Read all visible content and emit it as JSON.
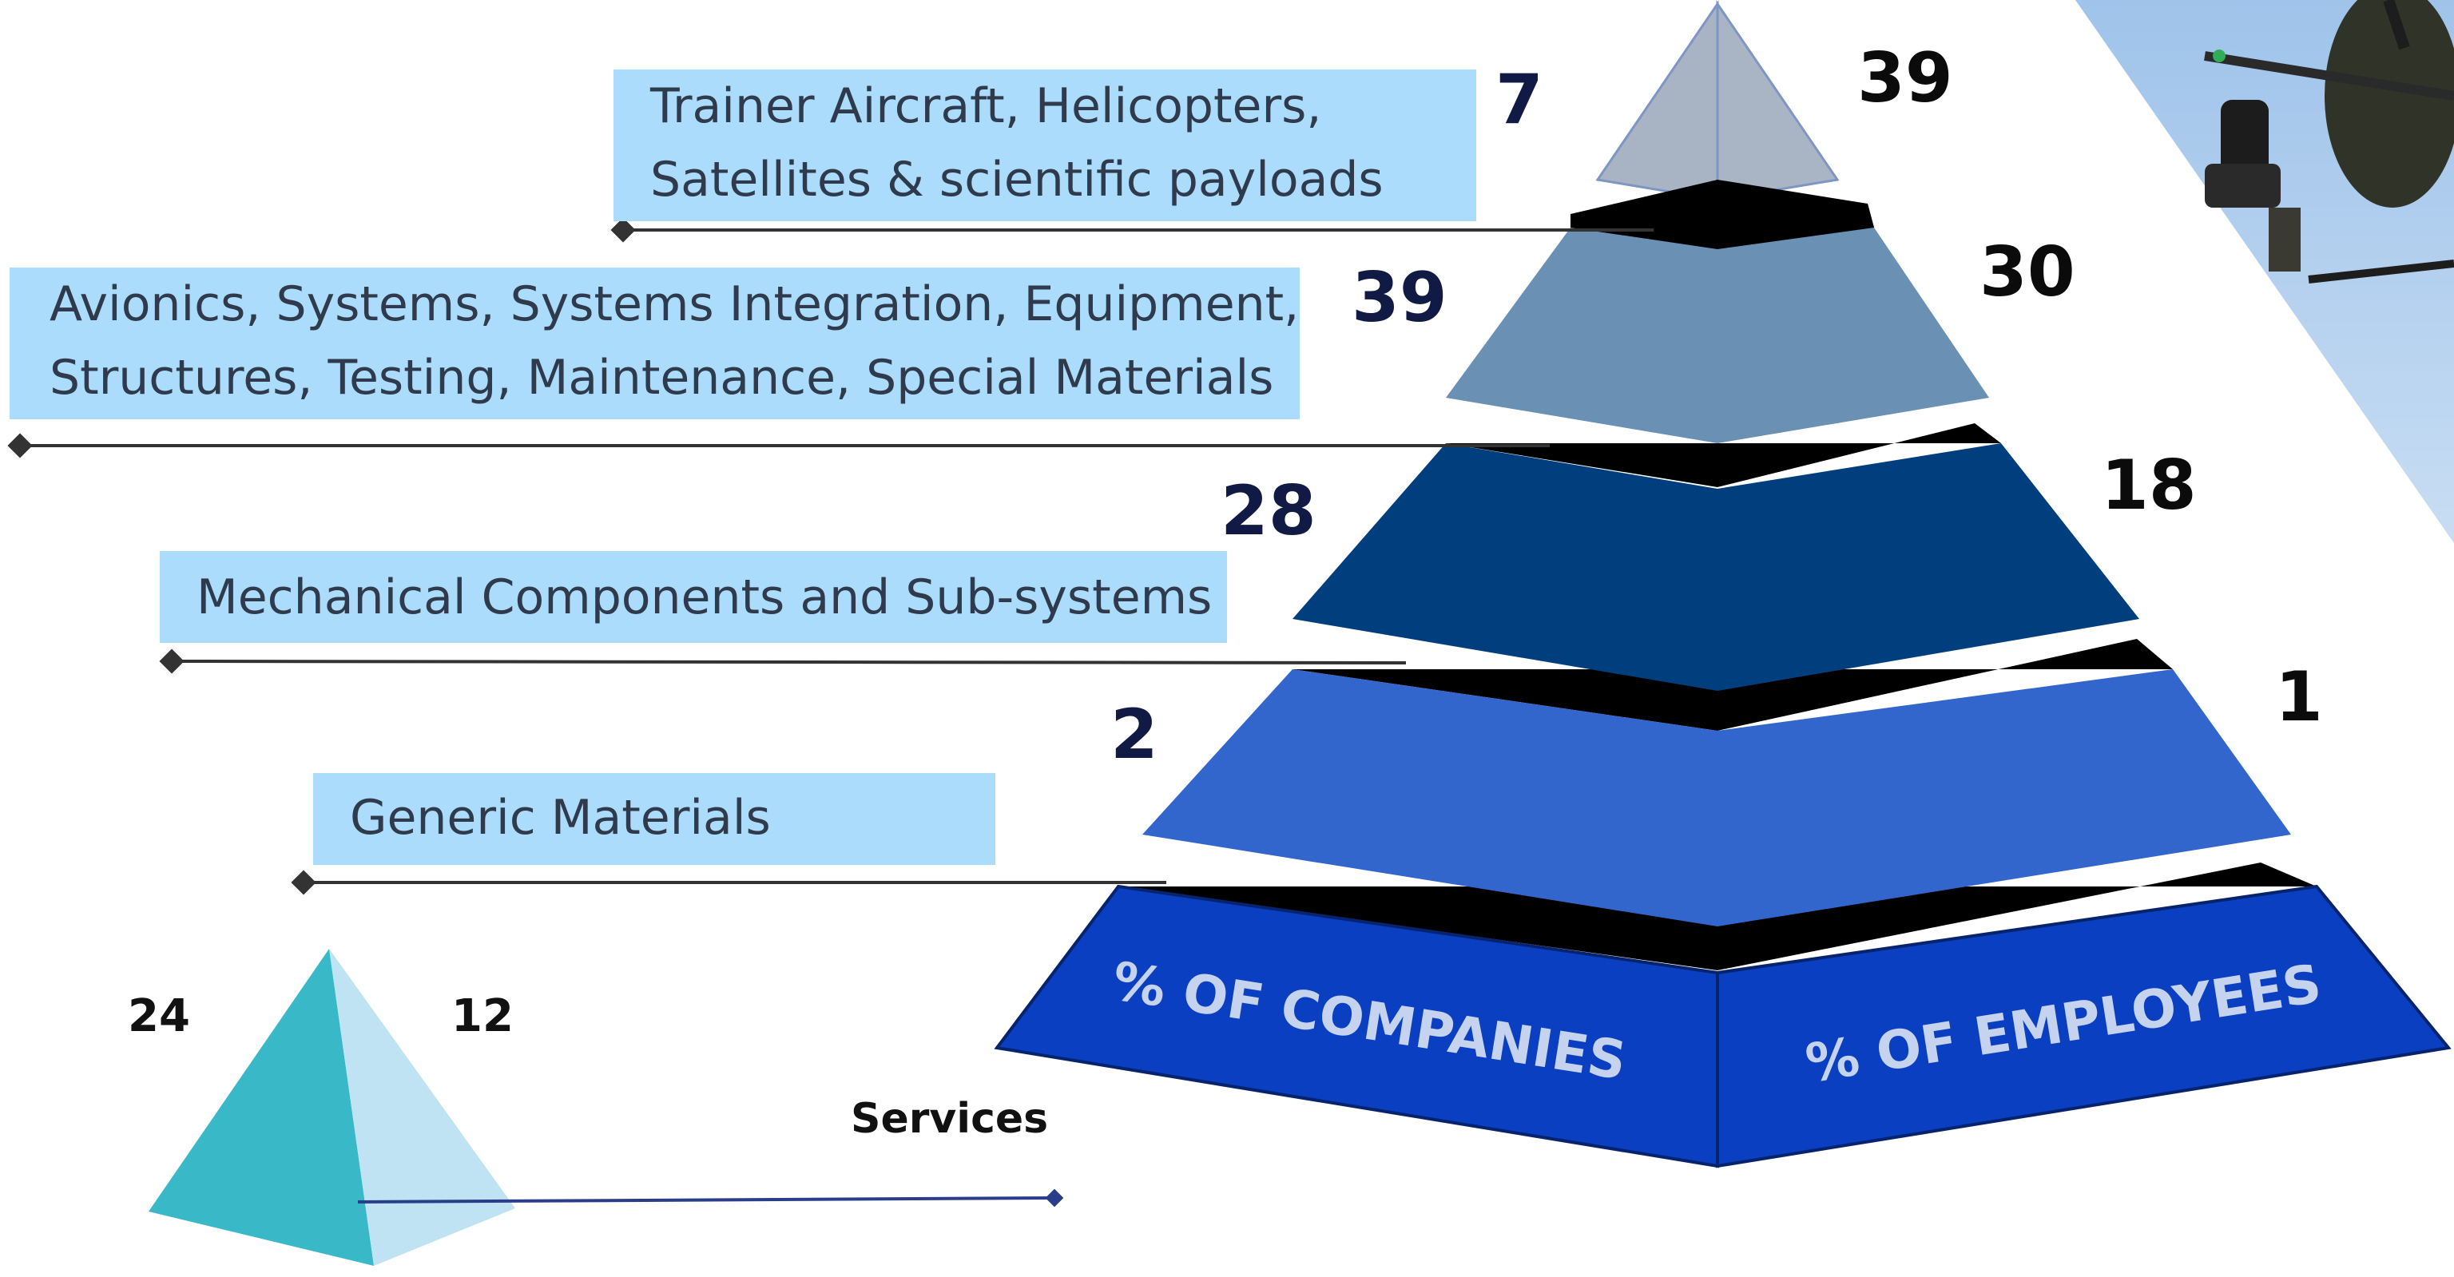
{
  "tiers": [
    {
      "label_lines": [
        "Trainer Aircraft, Helicopters,",
        "Satellites & scientific payloads"
      ],
      "companies": "7",
      "employees": "39"
    },
    {
      "label_lines": [
        "Avionics, Systems, Systems Integration, Equipment,",
        "Structures, Testing, Maintenance, Special Materials"
      ],
      "companies": "39",
      "employees": "30"
    },
    {
      "label_lines": [
        "Mechanical Components and Sub-systems"
      ],
      "companies": "28",
      "employees": "18"
    },
    {
      "label_lines": [
        "Generic Materials"
      ],
      "companies": "2",
      "employees": "1"
    }
  ],
  "base": {
    "left_label": "% OF COMPANIES",
    "right_label": "% OF EMPLOYEES"
  },
  "services": {
    "label": "Services",
    "companies": "24",
    "employees": "12"
  },
  "colors": {
    "label_bg": "#abdcfb",
    "tier_top": "#a8b4c4",
    "tier_2": "#6a90b4",
    "tier_3": "#003e7e",
    "tier_4": "#3366cc",
    "base": "#0a3fc2",
    "services_pyramid": "#39b8c8"
  }
}
